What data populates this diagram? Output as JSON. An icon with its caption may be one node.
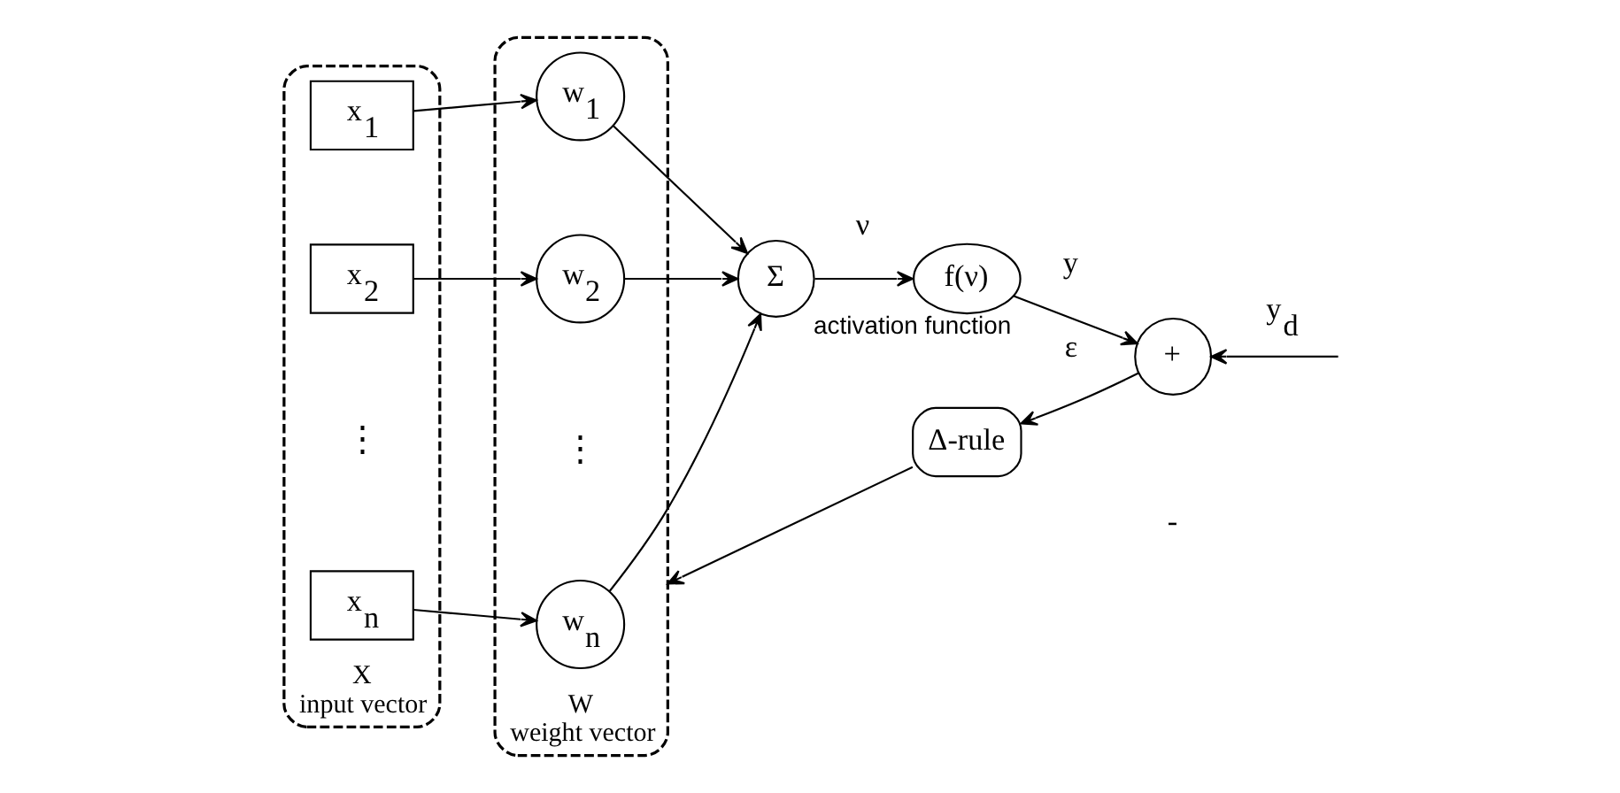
{
  "diagram": {
    "nodes": [
      {
        "text": [
          "X",
          "input vector"
        ]
      },
      {
        "text": [
          "x$_{1}$"
        ],
        "in": 0
      },
      {
        "text": [
          "x$_{2}$"
        ],
        "in": 0
      },
      {
        "text": [
          "x$_{n}$"
        ],
        "in": 0
      },
      {
        "text": [
          "W",
          "weight vector"
        ]
      },
      {
        "text": [
          "w$_{1}$"
        ],
        "in": 4
      },
      {
        "text": [
          "w$_{2}$"
        ],
        "in": 4
      },
      {
        "text": [
          "w$_{n}$"
        ],
        "in": 4
      },
      {
        "text": [
          "Σ"
        ]
      },
      {
        "text": [
          "f(ν)"
        ],
        "beside": [
          "activation function"
        ]
      },
      {
        "text": [
          "+"
        ]
      },
      {
        "text": [
          "Δ-rule"
        ]
      }
    ],
    "edges": [
      {
        "from": 1,
        "to": 5,
        "arrow": "to"
      },
      {
        "from": 2,
        "to": 6,
        "arrow": "to"
      },
      {
        "from": 3,
        "to": 7,
        "arrow": "to"
      },
      {
        "from": 5,
        "to": 8,
        "arrow": "to"
      },
      {
        "from": 6,
        "to": 8,
        "arrow": "to"
      },
      {
        "from": 7,
        "to": 8,
        "arrow": "to"
      },
      {
        "from": 8,
        "to": 9,
        "arrow": "to",
        "label": "ν"
      },
      {
        "from": 9,
        "to": 10,
        "arrow": "to",
        "label": "y"
      },
      {
        "from": null,
        "to": 10,
        "arrow": "to",
        "label": "y$_{d}$"
      },
      {
        "from": 10,
        "to": 11,
        "arrow": "to",
        "label": "ε"
      },
      {
        "from": 11,
        "to": 4,
        "arrow": "to"
      }
    ],
    "labels": [
      "⋮",
      "⋮",
      "-"
    ]
  }
}
